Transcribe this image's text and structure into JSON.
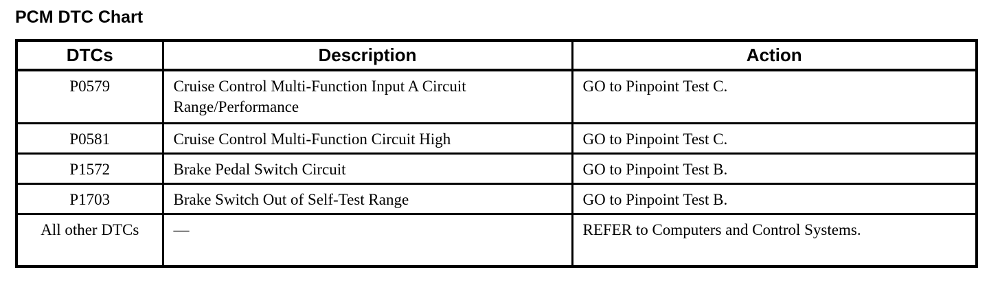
{
  "page": {
    "title": "PCM DTC Chart"
  },
  "table": {
    "columns": [
      {
        "label": "DTCs"
      },
      {
        "label": "Description"
      },
      {
        "label": "Action"
      }
    ],
    "rows": [
      {
        "dtc": "P0579",
        "description": "Cruise Control Multi-Function Input A Circuit Range/Performance",
        "action": "GO to Pinpoint Test C."
      },
      {
        "dtc": "P0581",
        "description": "Cruise Control Multi-Function Circuit High",
        "action": "GO to Pinpoint Test C."
      },
      {
        "dtc": "P1572",
        "description": "Brake Pedal Switch Circuit",
        "action": "GO to Pinpoint Test B."
      },
      {
        "dtc": "P1703",
        "description": "Brake Switch Out of Self-Test Range",
        "action": "GO to Pinpoint Test B."
      },
      {
        "dtc": "All other DTCs",
        "description": "—",
        "action": "REFER to Computers and Control Systems."
      }
    ]
  },
  "colors": {
    "text": "#000000",
    "background": "#ffffff",
    "border": "#000000"
  }
}
